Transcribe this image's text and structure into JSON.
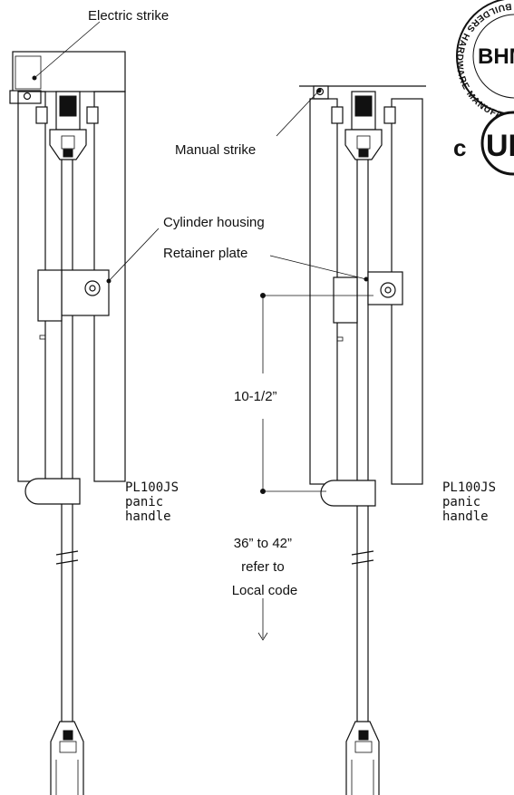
{
  "labels": {
    "electric_strike": "Electric strike",
    "manual_strike": "Manual strike",
    "cylinder_housing": "Cylinder housing",
    "retainer_plate": "Retainer plate",
    "dim_10_half": "10-1/2”",
    "handle_left": [
      "PL100JS",
      "panic",
      "handle"
    ],
    "handle_right": [
      "PL100JS",
      "panic",
      "handle"
    ],
    "height_note": [
      "36” to 42”",
      "refer to",
      "Local code"
    ]
  },
  "logos": {
    "bhma_ring_text": "BUILDERS HARDWARE MANUFACTURERS",
    "bhma_mark": "BHMA",
    "ul_mark": "UL",
    "ul_c": "c"
  },
  "colors": {
    "ink": "#111111",
    "background": "#ffffff"
  }
}
